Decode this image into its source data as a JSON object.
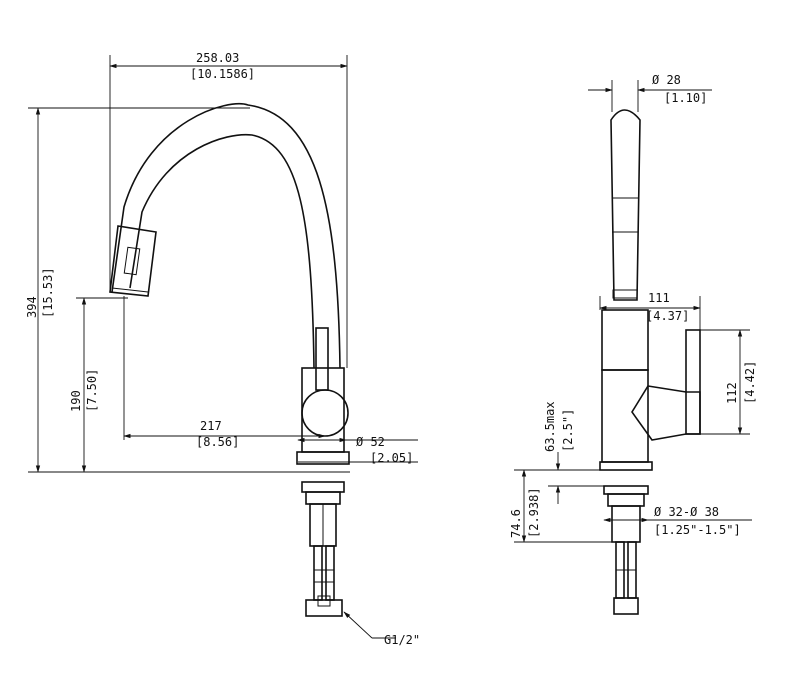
{
  "dimensions": {
    "width_overall": {
      "value": "258.03",
      "inch": "[10.1586]"
    },
    "height_overall": {
      "value": "394",
      "inch": "[15.53]"
    },
    "spout_height": {
      "value": "190",
      "inch": "[7.50]"
    },
    "reach": {
      "value": "217",
      "inch": "[8.56]"
    },
    "base_dia": {
      "value": "Ø 52",
      "inch": "[2.05]"
    },
    "spout_dia": {
      "value": "Ø 28",
      "inch": "[1.10]"
    },
    "lever_reach": {
      "value": "111",
      "inch": "[4.37]"
    },
    "lever_height": {
      "value": "112",
      "inch": "[4.42]"
    },
    "deck_max": {
      "value": "63.5max",
      "inch": "[2.5\"]"
    },
    "shank_len": {
      "value": "74.6",
      "inch": "[2.938]"
    },
    "hole_dia": {
      "value": "Ø 32-Ø 38",
      "inch": "[1.25\"-1.5\"]"
    },
    "thread": {
      "value": "G1/2\""
    }
  }
}
